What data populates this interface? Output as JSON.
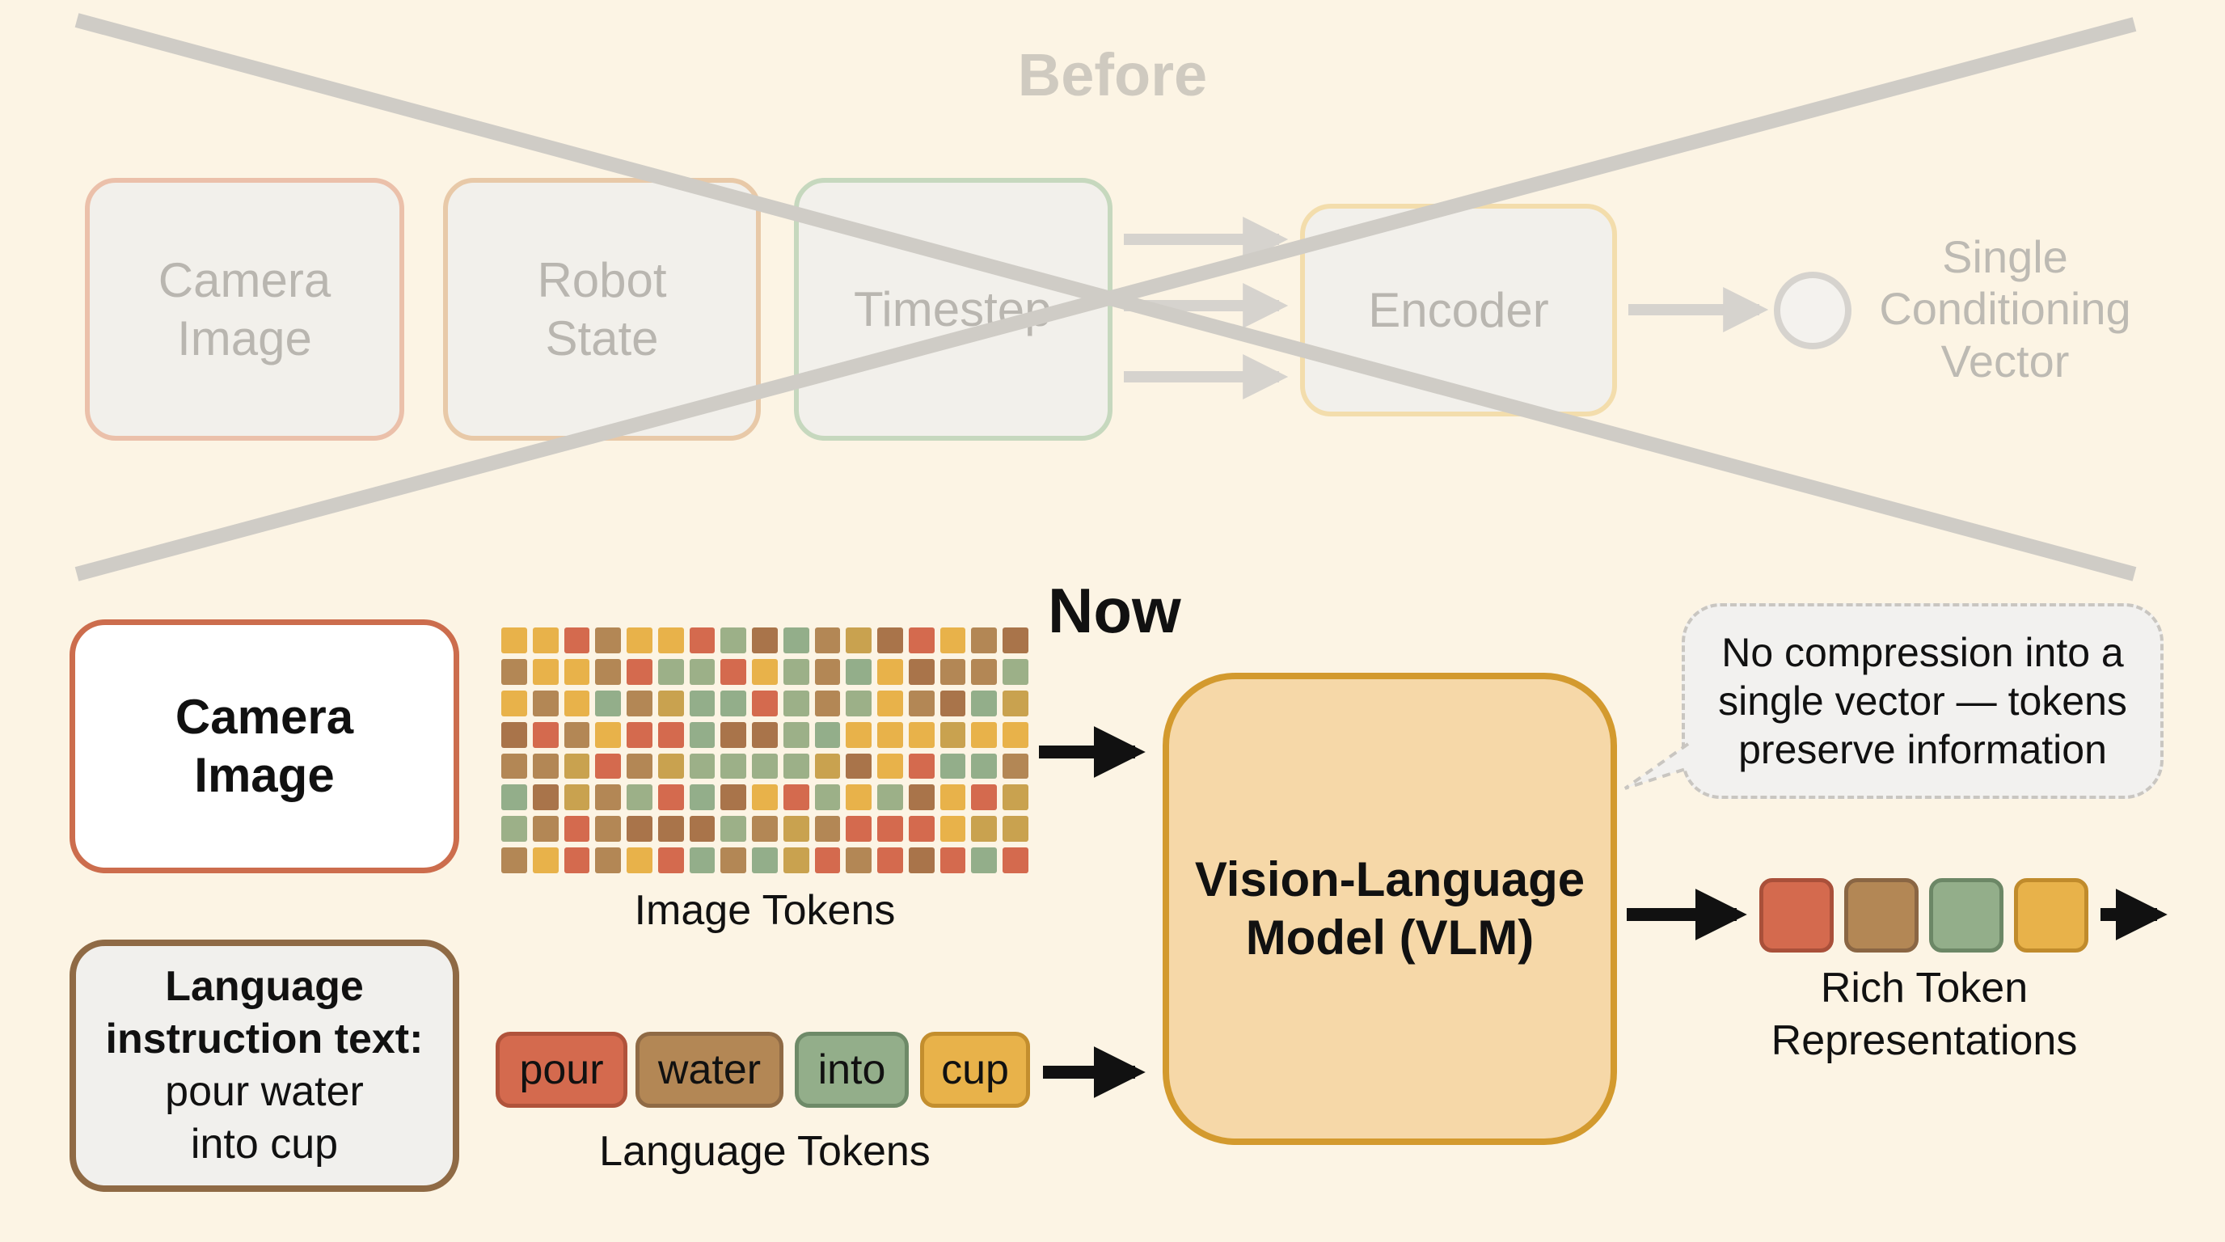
{
  "before": {
    "title": "Before",
    "camera_image": "Camera\nImage",
    "robot_state": "Robot\nState",
    "timestep": "Timestep",
    "encoder": "Encoder",
    "single_vector": "Single\nConditioning\nVector"
  },
  "now": {
    "title": "Now",
    "camera_image": "Camera\nImage",
    "lang_heading": "Language\ninstruction text:",
    "lang_text": "pour water\ninto cup",
    "image_tokens_label": "Image Tokens",
    "language_tokens": [
      "pour",
      "water",
      "into",
      "cup"
    ],
    "language_tokens_label": "Language Tokens",
    "vlm": "Vision-Language\nModel (VLM)",
    "callout": "No compression into a\nsingle vector — tokens\npreserve information",
    "rich_label": "Rich Token\nRepresentations"
  },
  "colors": {
    "background": "#fcf4e4",
    "token_red": "#d46a4e",
    "token_brown": "#b38755",
    "token_green": "#93ae8a",
    "token_yellow": "#e8b24a"
  }
}
